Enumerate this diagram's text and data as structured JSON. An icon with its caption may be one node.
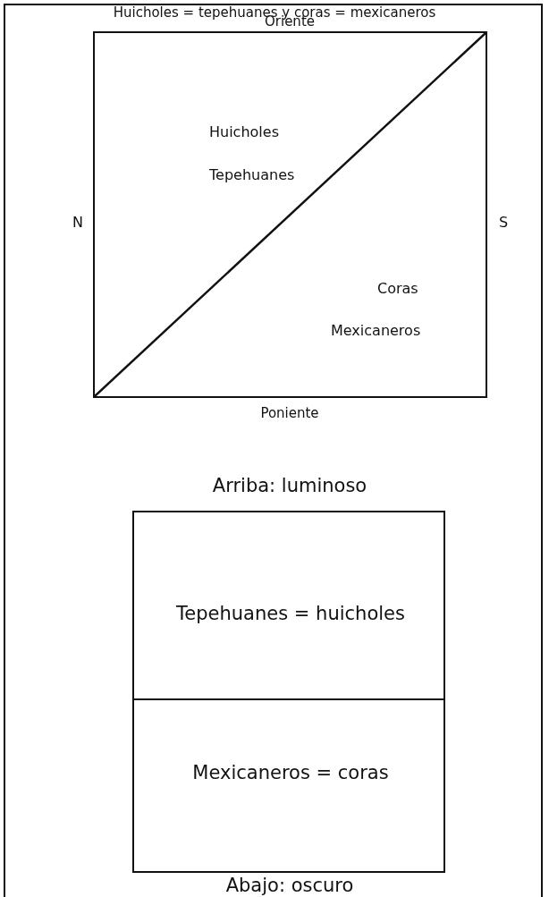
{
  "diagram": {
    "title": "Huicholes = tepehuanes y coras = mexicaneros",
    "nodes": [
      {
        "text": [
          "Huicholes",
          "Tepehuanes",
          "Coras",
          "Mexicaneros"
        ]
      },
      {
        "text": [
          "Tepehuanes = huicholes"
        ]
      },
      {
        "text": [
          "Mexicaneros = coras"
        ]
      }
    ],
    "edges": [],
    "labels": [
      "Oriente",
      "N",
      "S",
      "Poniente",
      "Arriba: luminoso",
      "Abajo: oscuro"
    ]
  }
}
